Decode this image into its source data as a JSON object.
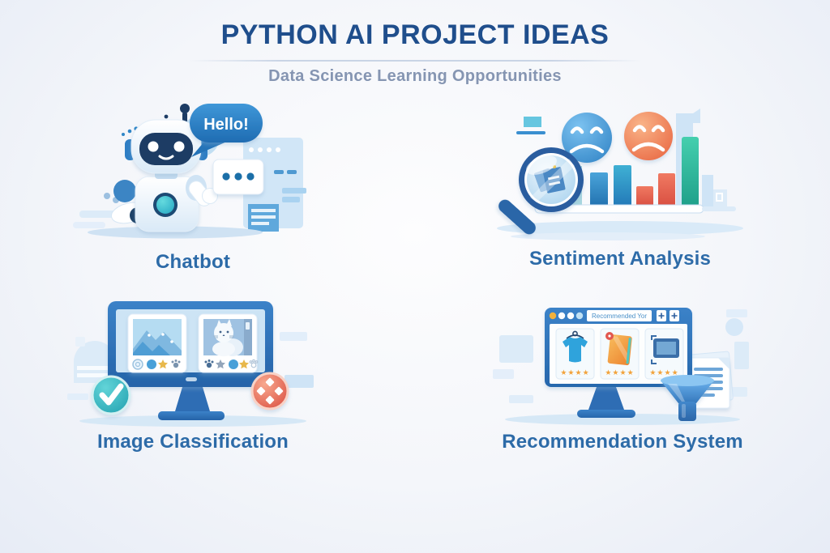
{
  "header": {
    "title": "PYTHON AI PROJECT IDEAS",
    "subtitle": "Data Science Learning Opportunities"
  },
  "panels": {
    "chatbot": {
      "label": "Chatbot",
      "speech_bubble_text": "Hello!"
    },
    "sentiment": {
      "label": "Sentiment Analysis"
    },
    "image_classification": {
      "label": "Image Classification"
    },
    "recommendation": {
      "label": "Recommendation System",
      "browser_bar_text": "Recommended Yor",
      "product_ratings": [
        "★★★★",
        "★★★★",
        "★★★★"
      ]
    }
  },
  "icons": {
    "chatbot": [
      "robot-icon",
      "speech-bubble-icon",
      "typing-dots-card-icon"
    ],
    "sentiment": [
      "magnifier-icon",
      "sad-face-blue-icon",
      "sad-face-orange-icon",
      "bar-chart-icon"
    ],
    "image_classification": [
      "monitor-icon",
      "mountain-photo-icon",
      "cat-photo-icon",
      "checkmark-badge-icon",
      "reject-badge-icon"
    ],
    "recommendation": [
      "browser-window-icon",
      "tshirt-icon",
      "book-icon",
      "screen-product-icon",
      "star-rating-icon",
      "funnel-icon",
      "document-icon"
    ]
  },
  "colors": {
    "title_text": "#1f4e8c",
    "subtitle_text": "#8595b2",
    "label_text": "#2d6ba8",
    "primary_blue": "#2e75b8",
    "light_blue": "#cfe4f6",
    "teal": "#27ae9c",
    "red": "#d94f41",
    "orange": "#f2a33c",
    "background": "#eef1f8"
  }
}
